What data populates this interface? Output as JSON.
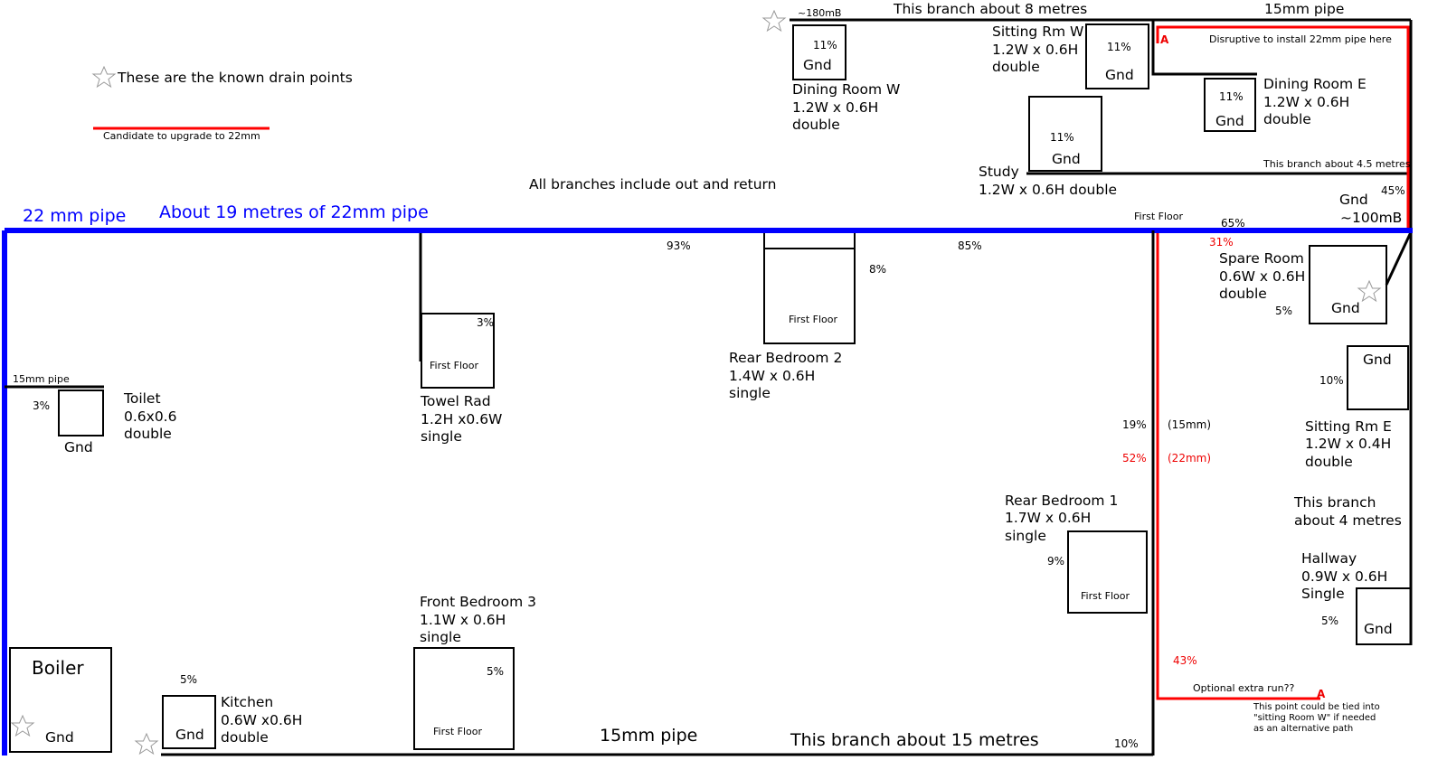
{
  "legend": {
    "drain_points": "These are the known drain points",
    "candidate": "Candidate to upgrade to 22mm"
  },
  "notes": {
    "all_branches": "All branches include out and return",
    "pipe22": "22 mm pipe",
    "about19": "About 19 metres of 22mm pipe",
    "branch8": "This branch about 8 metres",
    "pipe15_top": "15mm pipe",
    "mb180": "~180mB",
    "disruptive": "Disruptive to install 22mm pipe here",
    "marker_a": "A",
    "branch45": "This branch about 4.5 metres",
    "gnd": "Gnd",
    "mb100": "~100mB",
    "first_floor": "First Floor",
    "branch4_1": "This branch",
    "branch4_2": "about 4 metres",
    "pipe15_mm": "(15mm)",
    "pipe22_mm": "(22mm)",
    "optional": "Optional extra run??",
    "tie1": "This point could be tied into",
    "tie2": "\"sitting Room W\" if needed",
    "tie3": "as an alternative path",
    "pipe15_bottom": "15mm pipe",
    "branch15": "This branch about 15 metres",
    "pipe15_toilet": "15mm pipe"
  },
  "percents": {
    "p45": "45%",
    "p65": "65%",
    "p31": "31%",
    "p93": "93%",
    "p85": "85%",
    "p8": "8%",
    "p3a": "3%",
    "p3b": "3%",
    "p19": "19%",
    "p52": "52%",
    "p43": "43%",
    "p9": "9%",
    "p10a": "10%",
    "p10b": "10%",
    "p5spare": "5%",
    "p5hall": "5%",
    "p5kit": "5%",
    "p5fb3": "5%",
    "p11": "11%"
  },
  "radiators": {
    "dining_w": [
      "Dining Room W",
      "1.2W x 0.6H",
      "double"
    ],
    "sitting_w": [
      "Sitting Rm W",
      "1.2W x 0.6H",
      "double"
    ],
    "dining_e": [
      "Dining Room E",
      "1.2W x 0.6H",
      "double"
    ],
    "study": [
      "Study",
      "1.2W x 0.6H double"
    ],
    "spare": [
      "Spare Room",
      "0.6W x 0.6H",
      "double"
    ],
    "sitting_e": [
      "Sitting Rm E",
      "1.2W x 0.4H",
      "double"
    ],
    "hallway": [
      "Hallway",
      "0.9W x 0.6H",
      "Single"
    ],
    "rear1": [
      "Rear Bedroom 1",
      "1.7W x 0.6H",
      "single"
    ],
    "rear2": [
      "Rear Bedroom 2",
      "1.4W x 0.6H",
      "single"
    ],
    "towel": [
      "Towel Rad",
      "1.2H x0.6W",
      "single"
    ],
    "toilet": [
      "Toilet",
      "0.6x0.6",
      "double"
    ],
    "front3": [
      "Front Bedroom 3",
      "1.1W x 0.6H",
      "single"
    ],
    "kitchen": [
      "Kitchen",
      "0.6W x0.6H",
      "double"
    ],
    "boiler": "Boiler"
  },
  "colors": {
    "pipe_22mm": "#0000ff",
    "candidate": "#ff0000",
    "pipe_15mm": "#000000"
  }
}
